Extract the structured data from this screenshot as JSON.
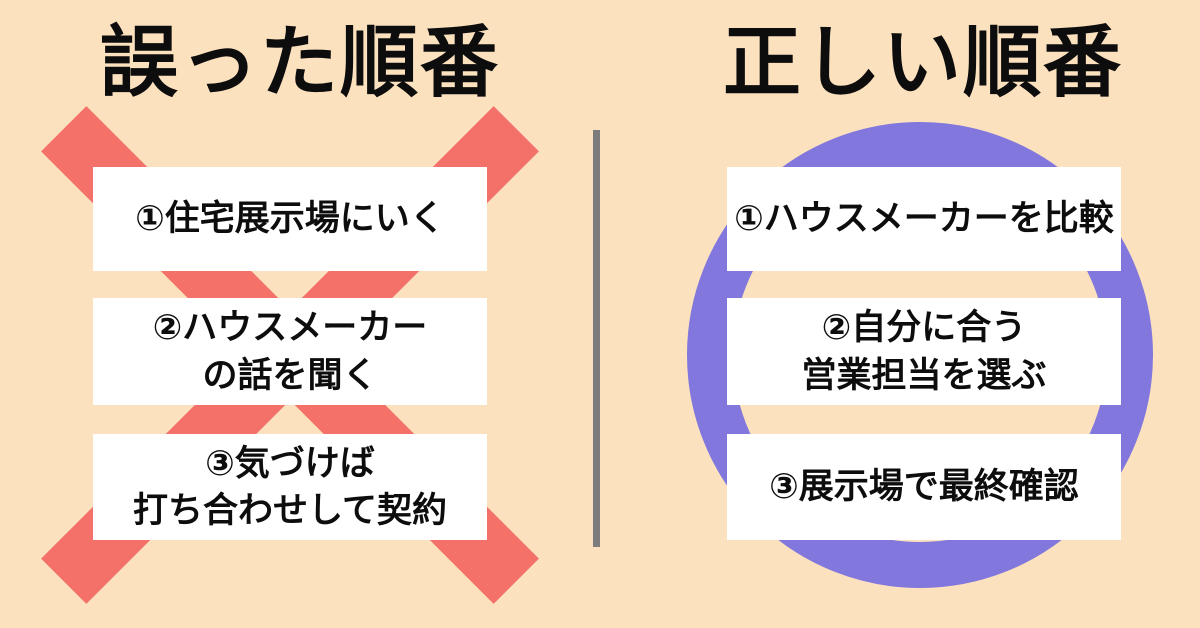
{
  "colors": {
    "background": "#FCE1BF",
    "cross": "#F4716A",
    "ring": "#8177DD",
    "divider": "#7C7C7C",
    "box_bg": "#FFFFFF",
    "text": "#0d0d0d"
  },
  "left": {
    "title": "誤った順番",
    "mark": "cross",
    "steps": [
      {
        "lines": [
          "①住宅展示場にいく"
        ]
      },
      {
        "lines": [
          "②ハウスメーカー",
          "の話を聞く"
        ]
      },
      {
        "lines": [
          "③気づけば",
          "打ち合わせして契約"
        ]
      }
    ]
  },
  "right": {
    "title": "正しい順番",
    "mark": "ring",
    "steps": [
      {
        "lines": [
          "①ハウスメーカーを比較"
        ]
      },
      {
        "lines": [
          "②自分に合う",
          "営業担当を選ぶ"
        ]
      },
      {
        "lines": [
          "③展示場で最終確認"
        ]
      }
    ]
  }
}
